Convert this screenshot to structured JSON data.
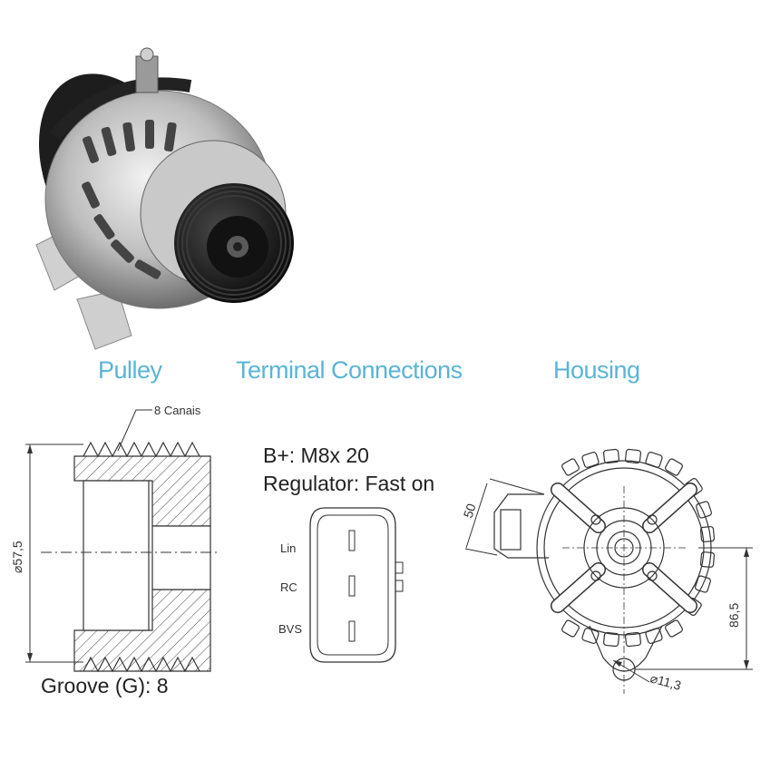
{
  "headings": {
    "pulley": "Pulley",
    "terminal": "Terminal Connections",
    "housing": "Housing"
  },
  "pulley": {
    "channels_label": "8 Canais",
    "diameter_label": "⌀57,5",
    "groove_label": "Groove (G): 8"
  },
  "terminal": {
    "b_plus": "B+: M8x 20",
    "regulator": "Regulator: Fast on",
    "pins": [
      "Lin",
      "RC",
      "BVS"
    ]
  },
  "housing": {
    "dim_50": "50",
    "dim_86_5": "86,5",
    "dim_11_3": "⌀11,3"
  },
  "colors": {
    "heading": "#5ab4d6",
    "line": "#333333"
  },
  "photo": {
    "icon": "alternator-photo"
  }
}
